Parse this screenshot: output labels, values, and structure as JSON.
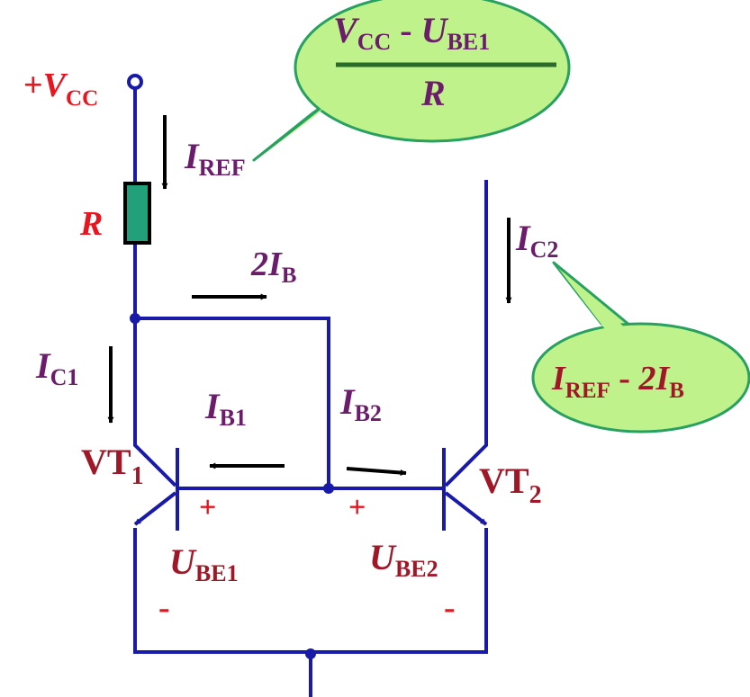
{
  "colors": {
    "wire": "#1a1aa8",
    "arrow": "#000000",
    "red": "#e8141e",
    "purple": "#6b1d6b",
    "maroon": "#a01828",
    "bubble_fill": "#bff28a",
    "bubble_stroke": "#27a060",
    "resistor_fill": "#22a07a",
    "fraction_bar": "#2a6a2a"
  },
  "supply": {
    "sign": "+",
    "symbol": "V",
    "subscript": "CC"
  },
  "resistor": {
    "label": "R"
  },
  "formula_top": {
    "numerator": {
      "v": "V",
      "v_sub": "CC",
      "dash": " - ",
      "u": "U",
      "u_sub": "BE1"
    },
    "denominator": "R"
  },
  "formula_right": {
    "a": "I",
    "a_sub": "REF",
    "minus": " - ",
    "b": "2I",
    "b_sub": "B"
  },
  "currents": {
    "iref": {
      "main": "I",
      "sub": "REF"
    },
    "twoib": {
      "main": "2I",
      "sub": "B"
    },
    "ic1": {
      "main": "I",
      "sub": "C1"
    },
    "ic2": {
      "main": "I",
      "sub": "C2"
    },
    "ib1": {
      "main": "I",
      "sub": "B1"
    },
    "ib2": {
      "main": "I",
      "sub": "B2"
    }
  },
  "transistors": {
    "vt1": {
      "main": "VT",
      "sub": "1"
    },
    "vt2": {
      "main": "VT",
      "sub": "2"
    }
  },
  "voltages": {
    "ube1": {
      "main": "U",
      "sub": "BE1",
      "plus": "+",
      "minus": "-"
    },
    "ube2": {
      "main": "U",
      "sub": "BE2",
      "plus": "+",
      "minus": "-"
    }
  }
}
